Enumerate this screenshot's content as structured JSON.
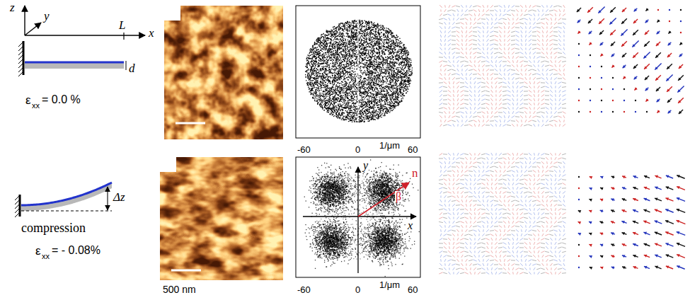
{
  "diagram": {
    "labels": [
      "z",
      "y",
      "L",
      "x",
      "d",
      "ε",
      "xx",
      "= 0.0 %",
      "Δz",
      "compression",
      "ε",
      "xx",
      "= - 0.08%",
      "500 nm",
      "-60",
      "0",
      "1/μm",
      "60",
      "y",
      "n",
      "β",
      "x",
      "-60",
      "0",
      "1/μm",
      "60"
    ]
  }
}
